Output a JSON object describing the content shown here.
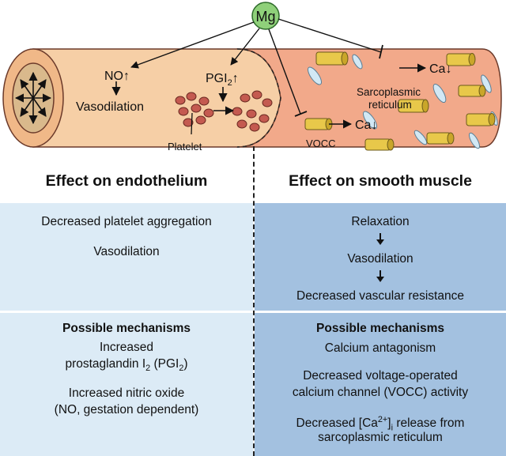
{
  "diagram": {
    "mg_label": "Mg",
    "no_label": "NO",
    "no_arrow": "↑",
    "vasodilation_label": "Vasodilation",
    "pgi_label": "PGI",
    "pgi_sub": "2",
    "pgi_arrow": "↑",
    "platelet_label": "Platelet",
    "sr_label_line1": "Sarcoplasmic",
    "sr_label_line2": "reticulum",
    "vocc_label": "VOCC",
    "ca_label": "Ca",
    "ca_arrow": "↓",
    "colors": {
      "mg_circle": "#8fd07a",
      "vessel_endothelium": "#f6c9a0",
      "vessel_muscle": "#f2a98a",
      "lumen": "#d9b98c",
      "platelet": "#c0504d",
      "channel": "#e6c24a",
      "reticulum": "#cfe6f3",
      "panel_left": "#dcebf6",
      "panel_right": "#a3c1e0"
    }
  },
  "headings": {
    "left": "Effect on endothelium",
    "right": "Effect on smooth muscle"
  },
  "left_effects": {
    "item1": "Decreased platelet aggregation",
    "item2": "Vasodilation"
  },
  "right_effects": {
    "item1": "Relaxation",
    "item2": "Vasodilation",
    "item3": "Decreased vascular resistance"
  },
  "left_mechanisms": {
    "title": "Possible mechanisms",
    "line1": "Increased",
    "line2a": "prostaglandin I",
    "line2_sub": "2",
    "line2b": " (PGI",
    "line2_sub2": "2",
    "line2c": ")",
    "line3": "Increased nitric oxide",
    "line4": "(NO, gestation dependent)"
  },
  "right_mechanisms": {
    "title": "Possible mechanisms",
    "line1": "Calcium antagonism",
    "line2": "Decreased voltage-operated",
    "line3": "calcium channel (VOCC) activity",
    "line4a": "Decreased [Ca",
    "line4_sup": "2+",
    "line4b": "]",
    "line4_sub": "i",
    "line4c": " release from",
    "line5": "sarcoplasmic reticulum"
  }
}
